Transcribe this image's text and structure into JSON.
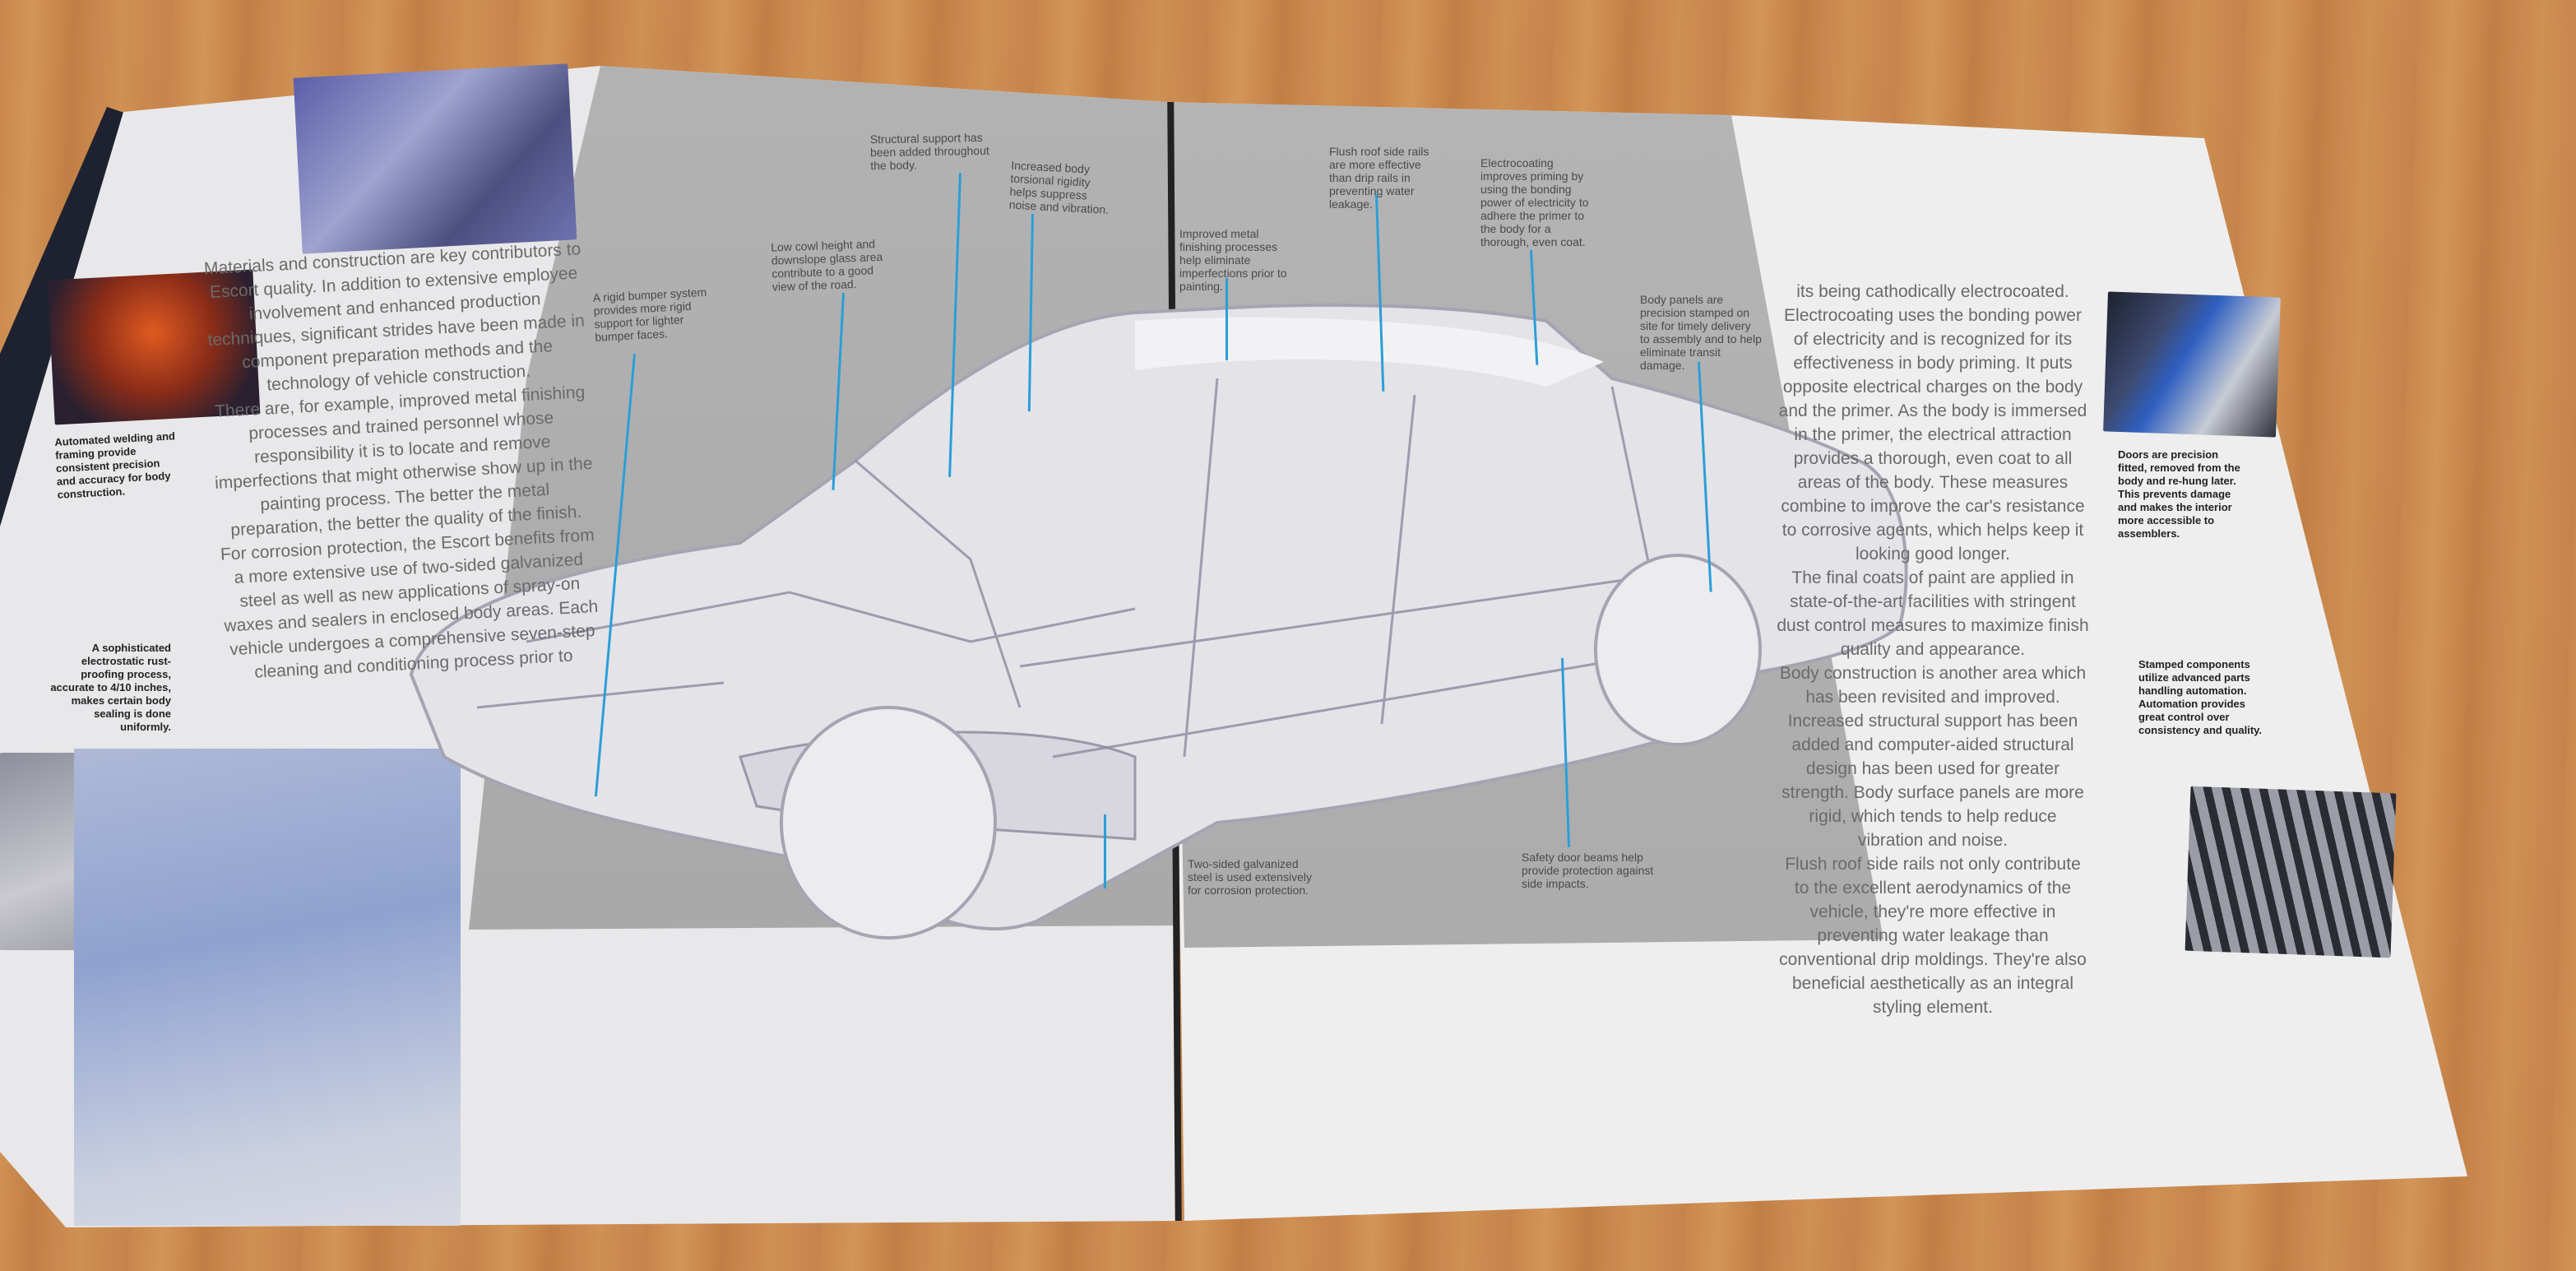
{
  "left_page": {
    "body_paragraphs": [
      "Materials and construction are key contributors to Escort quality. In addition to extensive employee involvement and enhanced production techniques, significant strides have been made in component preparation methods and the technology of vehicle construction.",
      "There are, for example, improved metal finishing processes and trained personnel whose responsibility it is to locate and remove imperfections that might otherwise show up in the painting process. The better the metal preparation, the better the quality of the finish.",
      "For corrosion protection, the Escort benefits from a more extensive use of two-sided galvanized steel as well as new applications of spray-on waxes and sealers in enclosed body areas. Each vehicle undergoes a comprehensive seven-step cleaning and conditioning process prior to"
    ],
    "captions": [
      "Automated welding and framing provide consistent precision and accuracy for body construction.",
      "A sophisticated electrostatic rust-proofing process, accurate to 4/10 inches, makes certain body sealing is done uniformly."
    ]
  },
  "right_page": {
    "body_paragraphs": [
      "its being cathodically electrocoated. Electrocoating uses the bonding power of electricity and is recognized for its effectiveness in body priming. It puts opposite electrical charges on the body and the primer. As the body is immersed in the primer, the electrical attraction provides a thorough, even coat to all areas of the body. These measures combine to improve the car's resistance to corrosive agents, which helps keep it looking good longer.",
      "The final coats of paint are applied in state-of-the-art facilities with stringent dust control measures to maximize finish quality and appearance.",
      "Body construction is another area which has been revisited and improved.",
      "Increased structural support has been added and computer-aided structural design has been used for greater strength. Body surface panels are more rigid, which tends to help reduce vibration and noise.",
      "Flush roof side rails not only contribute to the excellent aerodynamics of the vehicle, they're more effective in preventing water leakage than conventional drip moldings. They're also beneficial aesthetically as an integral styling element."
    ],
    "captions": [
      "Doors are precision fitted, removed from the body and re-hung later. This prevents damage and makes the interior more accessible to assemblers.",
      "Stamped components utilize advanced parts handling automation. Automation provides great control over consistency and quality."
    ]
  },
  "callouts": [
    "A rigid bumper system provides more rigid support for lighter bumper faces.",
    "Low cowl height and downslope glass area contribute to a good view of the road.",
    "Structural support has been added throughout the body.",
    "Increased body torsional rigidity helps suppress noise and vibration.",
    "Improved metal finishing processes help eliminate imperfections prior to painting.",
    "Flush roof side rails are more effective than drip rails in preventing water leakage.",
    "Electrocoating improves priming by using the bonding power of electricity to adhere the primer to the body for a thorough, even coat.",
    "Body panels are precision stamped on site for timely delivery to assembly and to help eliminate transit damage.",
    "Two-sided galvanized steel is used extensively for corrosion protection.",
    "Safety door beams help provide protection against side impacts."
  ],
  "colors": {
    "callout_line": "#2a9fd8",
    "wood": "#c8874c",
    "panel_grey": "#b0afb0"
  }
}
